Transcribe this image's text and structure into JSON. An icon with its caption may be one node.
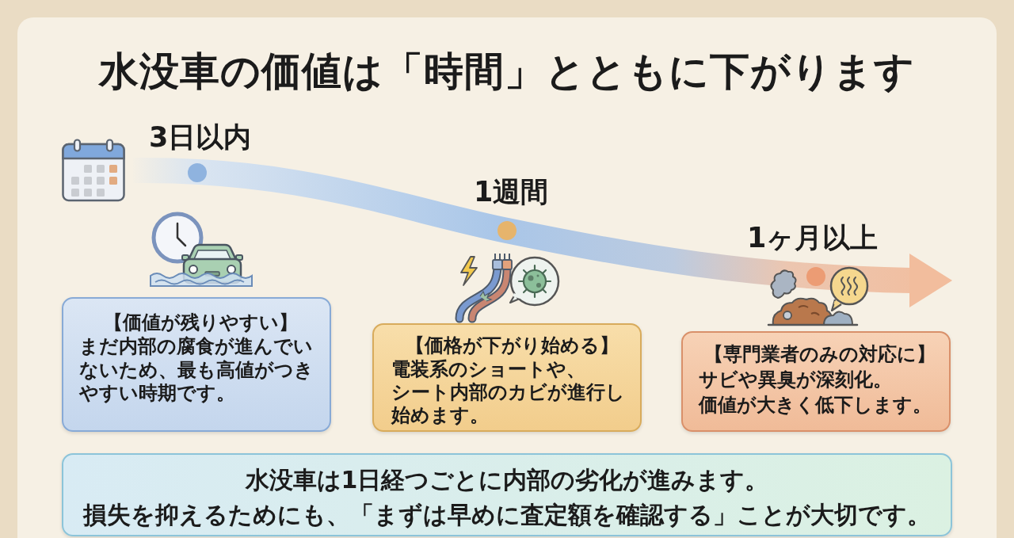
{
  "diagram": {
    "title": "水没車の価値は「時間」とともに下がります",
    "nodes": [
      {
        "text": [
          "【価値が残りやすい】",
          "まだ内部の腐食が進んでいないため、最も高値がつきやすい時期です。"
        ]
      },
      {
        "text": [
          "【価格が下がり始める】",
          "電装系のショートや、",
          "シート内部のカビが進行し始めます。"
        ]
      },
      {
        "text": [
          "【専門業者のみの対応に】",
          "サビや異臭が深刻化。",
          "価値が大きく低下します。"
        ]
      },
      {
        "text": [
          "水没車は1日経つごとに内部の劣化が進みます。",
          "損失を抑えるためにも、「まずは早めに査定額を確認する」ことが大切です。"
        ]
      }
    ],
    "labels": [
      "3日以内",
      "1週間",
      "1ヶ月以上"
    ]
  }
}
